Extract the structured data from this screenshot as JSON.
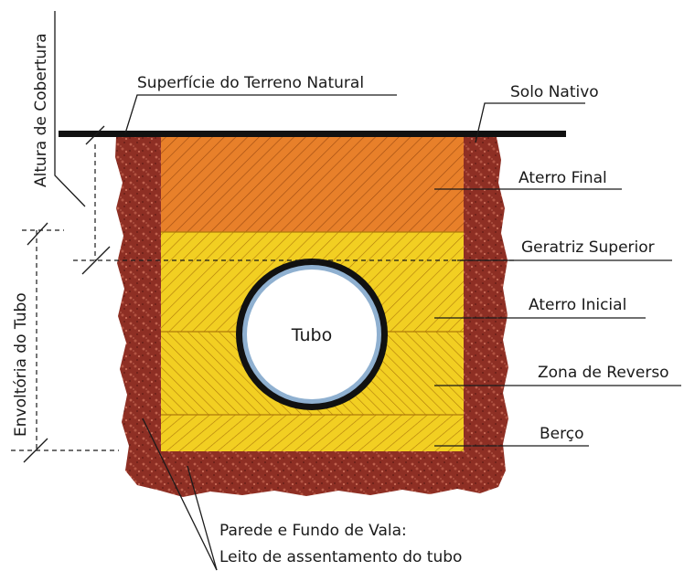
{
  "labels": {
    "altura_cobertura": "Altura de Cobertura",
    "envoltoria": "Envoltória do Tubo",
    "superficie": "Superfície do Terreno Natural",
    "solo_nativo": "Solo Nativo",
    "aterro_final": "Aterro Final",
    "geratriz": "Geratriz Superior",
    "aterro_inicial": "Aterro Inicial",
    "zona_reverso": "Zona de Reverso",
    "berco": "Berço",
    "tubo": "Tubo",
    "parede_line1": "Parede e Fundo de Vala:",
    "parede_line2": "Leito de assentamento do tubo"
  },
  "colors": {
    "soil": "#8e2f24",
    "soil_speckle": "#c0614e",
    "aterro_final": "#e8802a",
    "aterro_final_hatch": "#a34e12",
    "envelope": "#f2cf22",
    "envelope_hatch": "#b07a0a",
    "pipe_outer": "#111111",
    "pipe_ring": "#8fb0d0",
    "surface_line": "#111111"
  }
}
